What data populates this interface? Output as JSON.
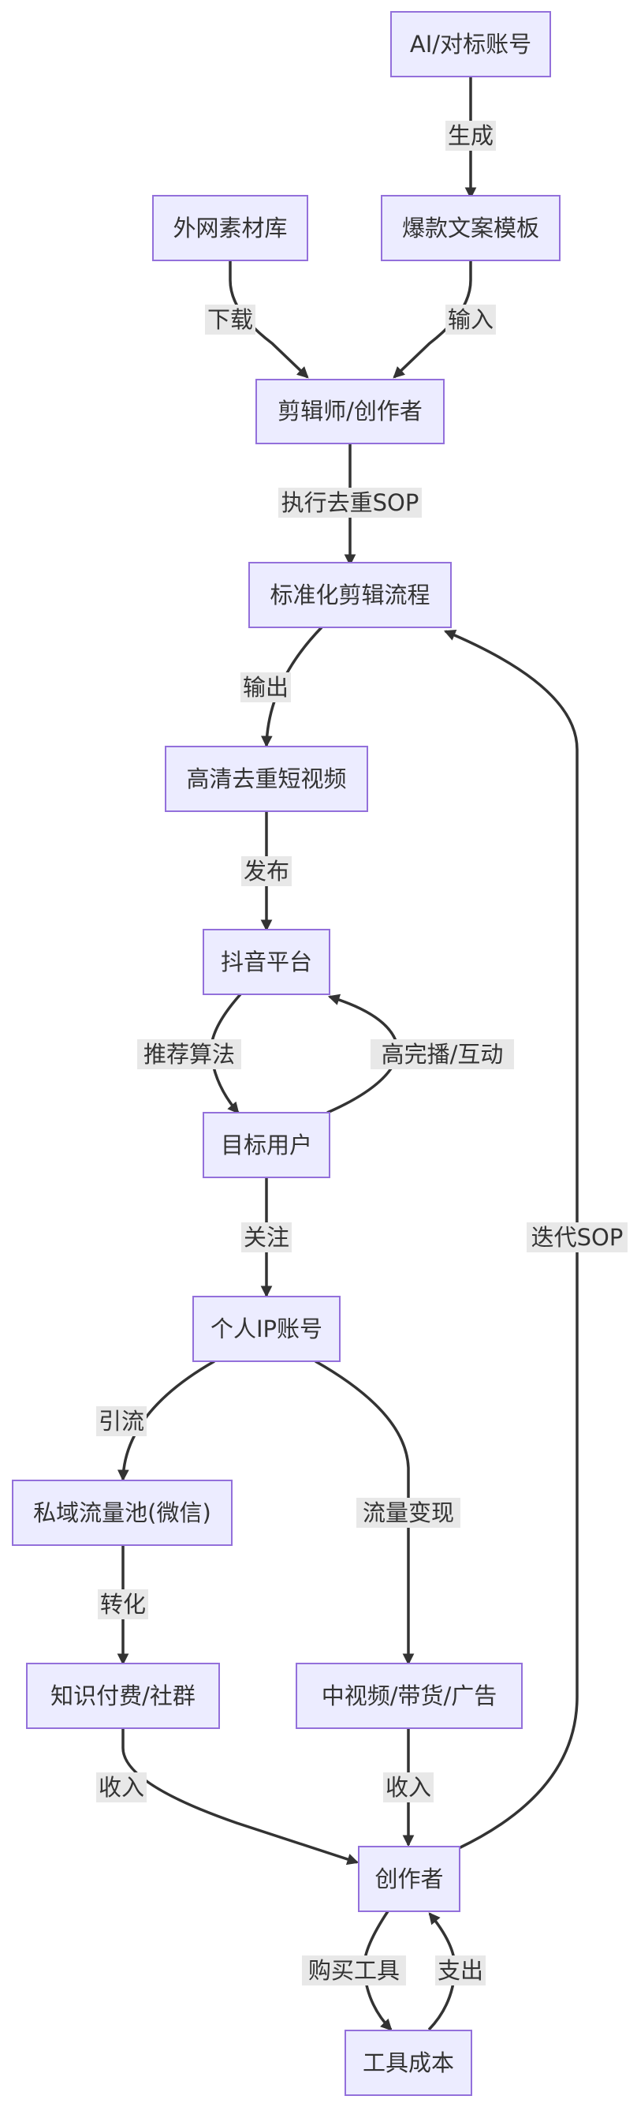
{
  "nodes": {
    "ai_accounts": "AI/对标账号",
    "overseas_lib": "外网素材库",
    "viral_template": "爆款文案模板",
    "editor": "剪辑师/创作者",
    "std_flow": "标准化剪辑流程",
    "hd_video": "高清去重短视频",
    "douyin": "抖音平台",
    "target_users": "目标用户",
    "ip_account": "个人IP账号",
    "private_pool": "私域流量池(微信)",
    "knowledge_paid": "知识付费/社群",
    "midvideo_ads": "中视频/带货/广告",
    "creator": "创作者",
    "tool_cost": "工具成本"
  },
  "edges": {
    "generate": "生成",
    "download": "下载",
    "input": "输入",
    "execute_sop": "执行去重SOP",
    "output": "输出",
    "publish": "发布",
    "recommend": "推荐算法",
    "engagement": "高完播/互动",
    "follow": "关注",
    "divert": "引流",
    "monetize": "流量变现",
    "convert": "转化",
    "income_left": "收入",
    "income_right": "收入",
    "iterate_sop": "迭代SOP",
    "buy_tools": "购买工具",
    "expense": "支出"
  }
}
